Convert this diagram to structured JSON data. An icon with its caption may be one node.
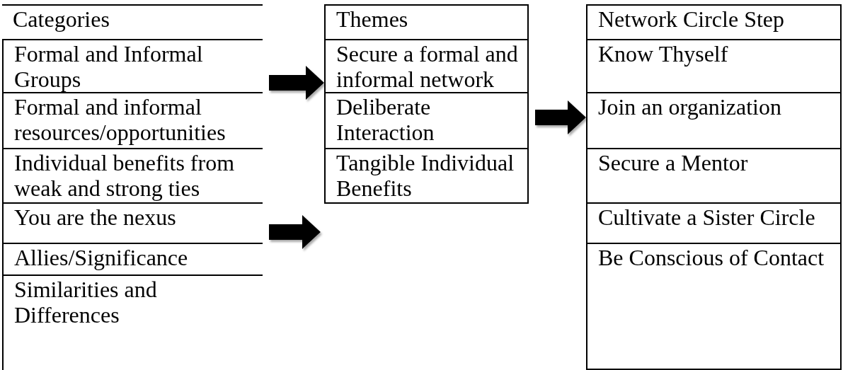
{
  "diagram": {
    "nodes": [
      {
        "text": [
          "Categories"
        ]
      },
      {
        "text": [
          "Formal and Informal Groups"
        ],
        "in": 0
      },
      {
        "text": [
          "Formal and informal resources/opportunities"
        ],
        "in": 0
      },
      {
        "text": [
          "Individual benefits from weak and strong ties"
        ],
        "in": 0
      },
      {
        "text": [
          "You are the nexus"
        ],
        "in": 0
      },
      {
        "text": [
          "Allies/Significance"
        ],
        "in": 0
      },
      {
        "text": [
          "Similarities and Differences"
        ],
        "in": 0
      },
      {
        "text": [
          "Themes"
        ]
      },
      {
        "text": [
          "Secure a formal and informal network"
        ],
        "in": 7
      },
      {
        "text": [
          "Deliberate Interaction"
        ],
        "in": 7
      },
      {
        "text": [
          "Tangible Individual Benefits"
        ],
        "in": 7
      },
      {
        "text": [
          "Network Circle Step"
        ]
      },
      {
        "text": [
          "Know Thyself"
        ],
        "in": 11
      },
      {
        "text": [
          "Join an organization"
        ],
        "in": 11
      },
      {
        "text": [
          "Secure a Mentor"
        ],
        "in": 11
      },
      {
        "text": [
          "Cultivate a Sister Circle"
        ],
        "in": 11
      },
      {
        "text": [
          "Be Conscious of Contact"
        ],
        "in": 11
      }
    ],
    "edges": [
      {
        "from": 0,
        "to": 7,
        "arrow": "to"
      },
      {
        "from": 0,
        "to": null,
        "arrow": "to"
      },
      {
        "from": 7,
        "to": 11,
        "arrow": "to"
      }
    ]
  }
}
